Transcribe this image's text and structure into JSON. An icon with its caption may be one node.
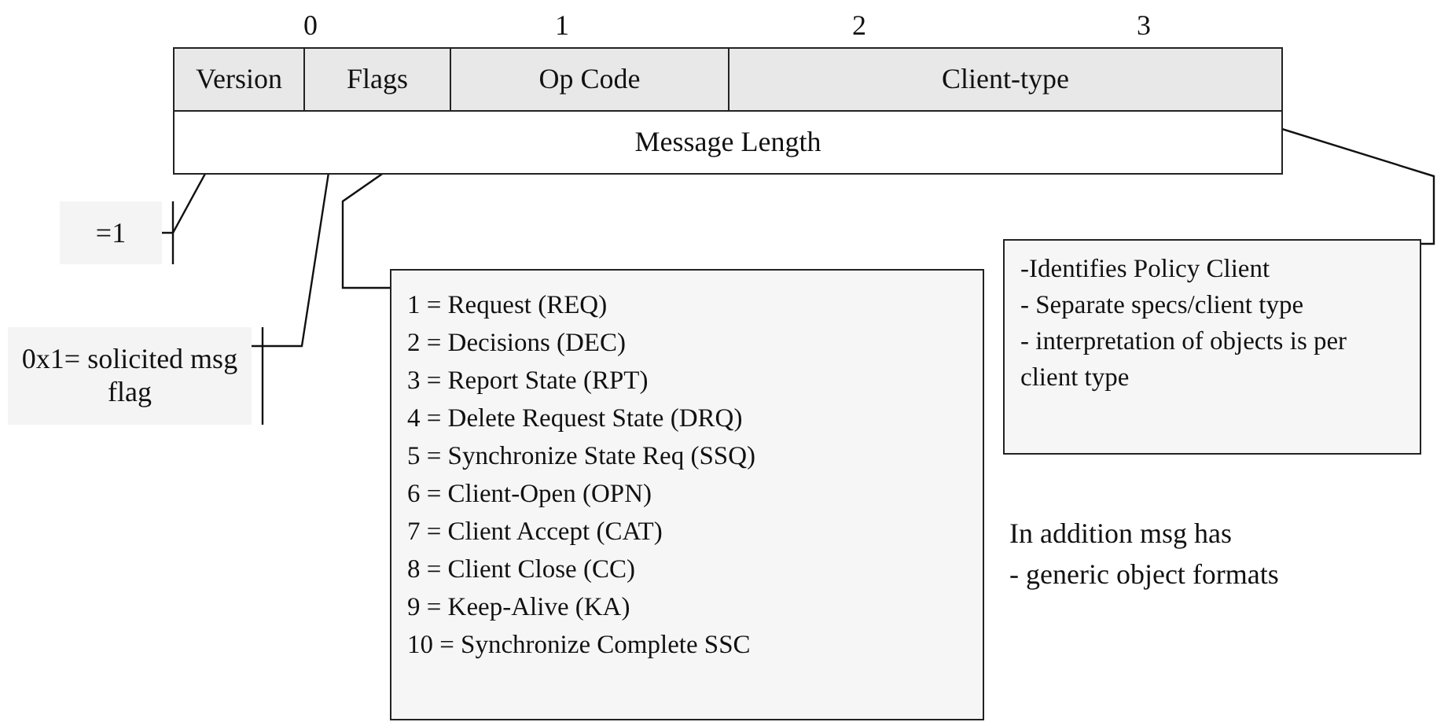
{
  "diagram": {
    "nodes": [
      {
        "text": [
          "Version"
        ]
      },
      {
        "text": [
          "Flags"
        ]
      },
      {
        "text": [
          "Op Code"
        ]
      },
      {
        "text": [
          "Client-type"
        ]
      },
      {
        "text": [
          "Message Length"
        ]
      },
      {
        "text": [
          "=1"
        ]
      },
      {
        "text": [
          "0x1= solicited msg flag"
        ]
      },
      {
        "text": [
          "1 = Request (REQ)",
          "2 = Decisions (DEC)",
          "3 = Report State (RPT)",
          "4 = Delete Request State (DRQ)",
          "5 = Synchronize State Req (SSQ)",
          "6 = Client-Open (OPN)",
          "7 = Client Accept (CAT)",
          "8 = Client Close (CC)",
          "9 = Keep-Alive (KA)",
          "10 = Synchronize Complete SSC"
        ]
      },
      {
        "text": [
          "-Identifies Policy Client",
          "- Separate specs/client type",
          "- interpretation of objects is per client type"
        ]
      }
    ],
    "edges": [
      {
        "from": 5,
        "to": 0,
        "arrow": "none"
      },
      {
        "from": 6,
        "to": 1,
        "arrow": "none"
      },
      {
        "from": 7,
        "to": 2,
        "arrow": "none"
      },
      {
        "from": 8,
        "to": 3,
        "arrow": "none"
      }
    ],
    "labels": [
      "0",
      "1",
      "2",
      "3",
      "In addition msg has",
      "- generic object formats"
    ]
  }
}
